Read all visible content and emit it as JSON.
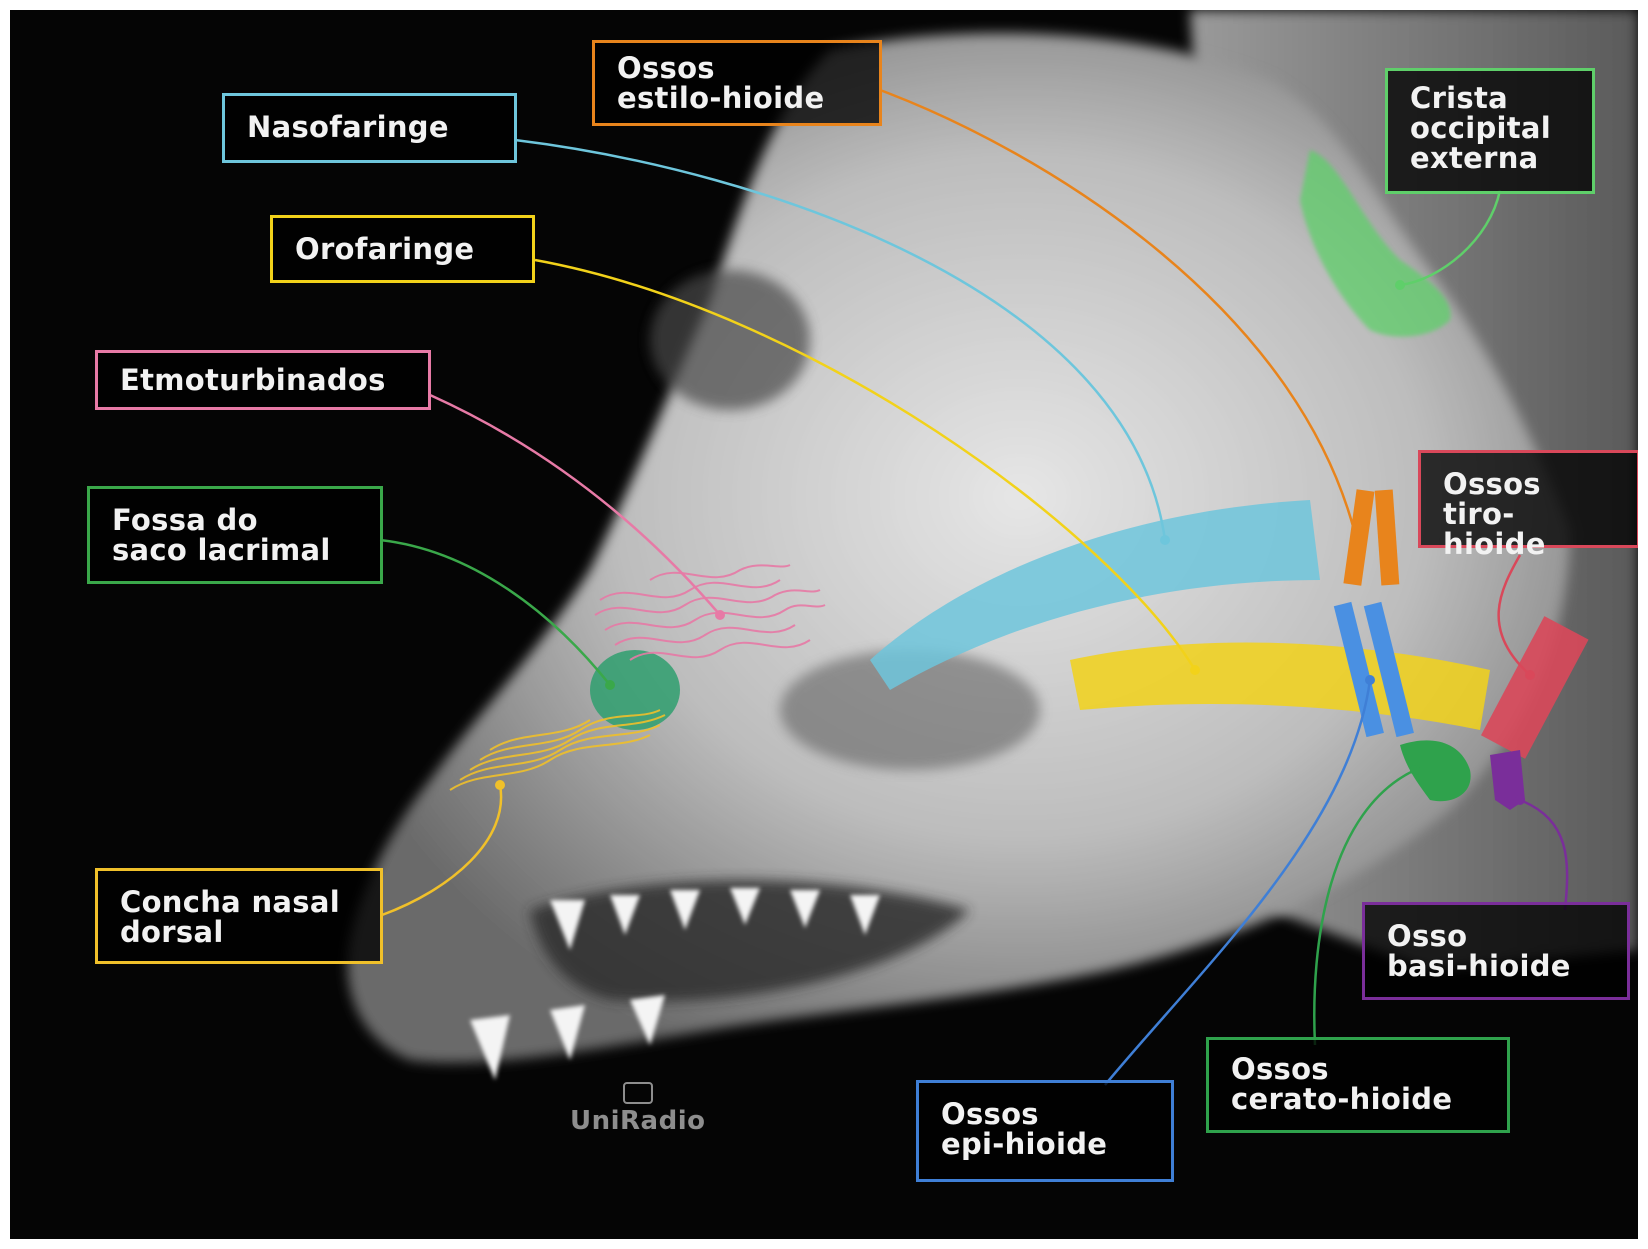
{
  "labels": {
    "ossos_estilo_hioide": "Ossos\nestilo-hioide",
    "nasofaringe": "Nasofaringe",
    "orofaringe": "Orofaringe",
    "etmoturbinados": "Etmoturbinados",
    "fossa_saco_lacrimal": "Fossa do\nsaco lacrimal",
    "concha_nasal_dorsal": "Concha nasal\ndorsal",
    "crista_occipital_externa": "Crista\noccipital\nexterna",
    "ossos_tiro_hioide": "Ossos\ntiro-hioide",
    "osso_basi_hioide": "Osso\nbasi-hioide",
    "ossos_cerato_hioide": "Ossos\ncerato-hioide",
    "ossos_epi_hioide": "Ossos\nepi-hioide"
  },
  "watermark": "UniRadio",
  "colors": {
    "ossos_estilo_hioide": "#e8841c",
    "nasofaringe": "#6ec6dc",
    "orofaringe": "#f2d21a",
    "etmoturbinados": "#e77aa6",
    "fossa_saco_lacrimal": "#3aa84a",
    "concha_nasal_dorsal": "#f0c02a",
    "crista_occipital_externa": "#5fcf6a",
    "ossos_tiro_hioide": "#d9485a",
    "osso_basi_hioide": "#7a2e9a",
    "ossos_cerato_hioide": "#2fa24c",
    "ossos_epi_hioide": "#3f7fd6"
  }
}
